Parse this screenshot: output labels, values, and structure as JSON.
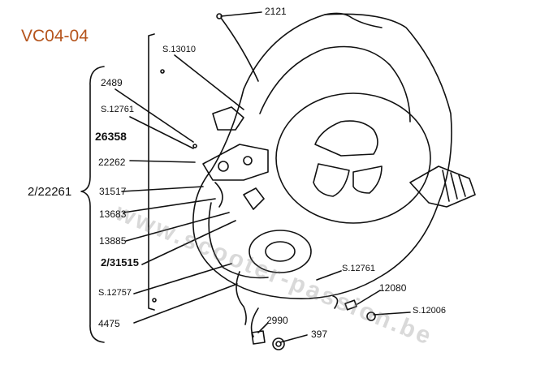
{
  "diagram_code": "VC04-04",
  "watermark": "www.scooter-passion.be",
  "group_label": "2/22261",
  "labels": {
    "p2121": "2121",
    "s13010": "S.13010",
    "p2489": "2489",
    "s12761_top": "S.12761",
    "p26358": "26358",
    "p22262": "22262",
    "p31517": "31517",
    "p13683": "13683",
    "p13885": "13885",
    "p2_31515": "2/31515",
    "s12757": "S.12757",
    "p4475": "4475",
    "s12761_bottom": "S.12761",
    "p12080": "12080",
    "s12006": "S.12006",
    "p2990": "2990",
    "p397": "397"
  }
}
